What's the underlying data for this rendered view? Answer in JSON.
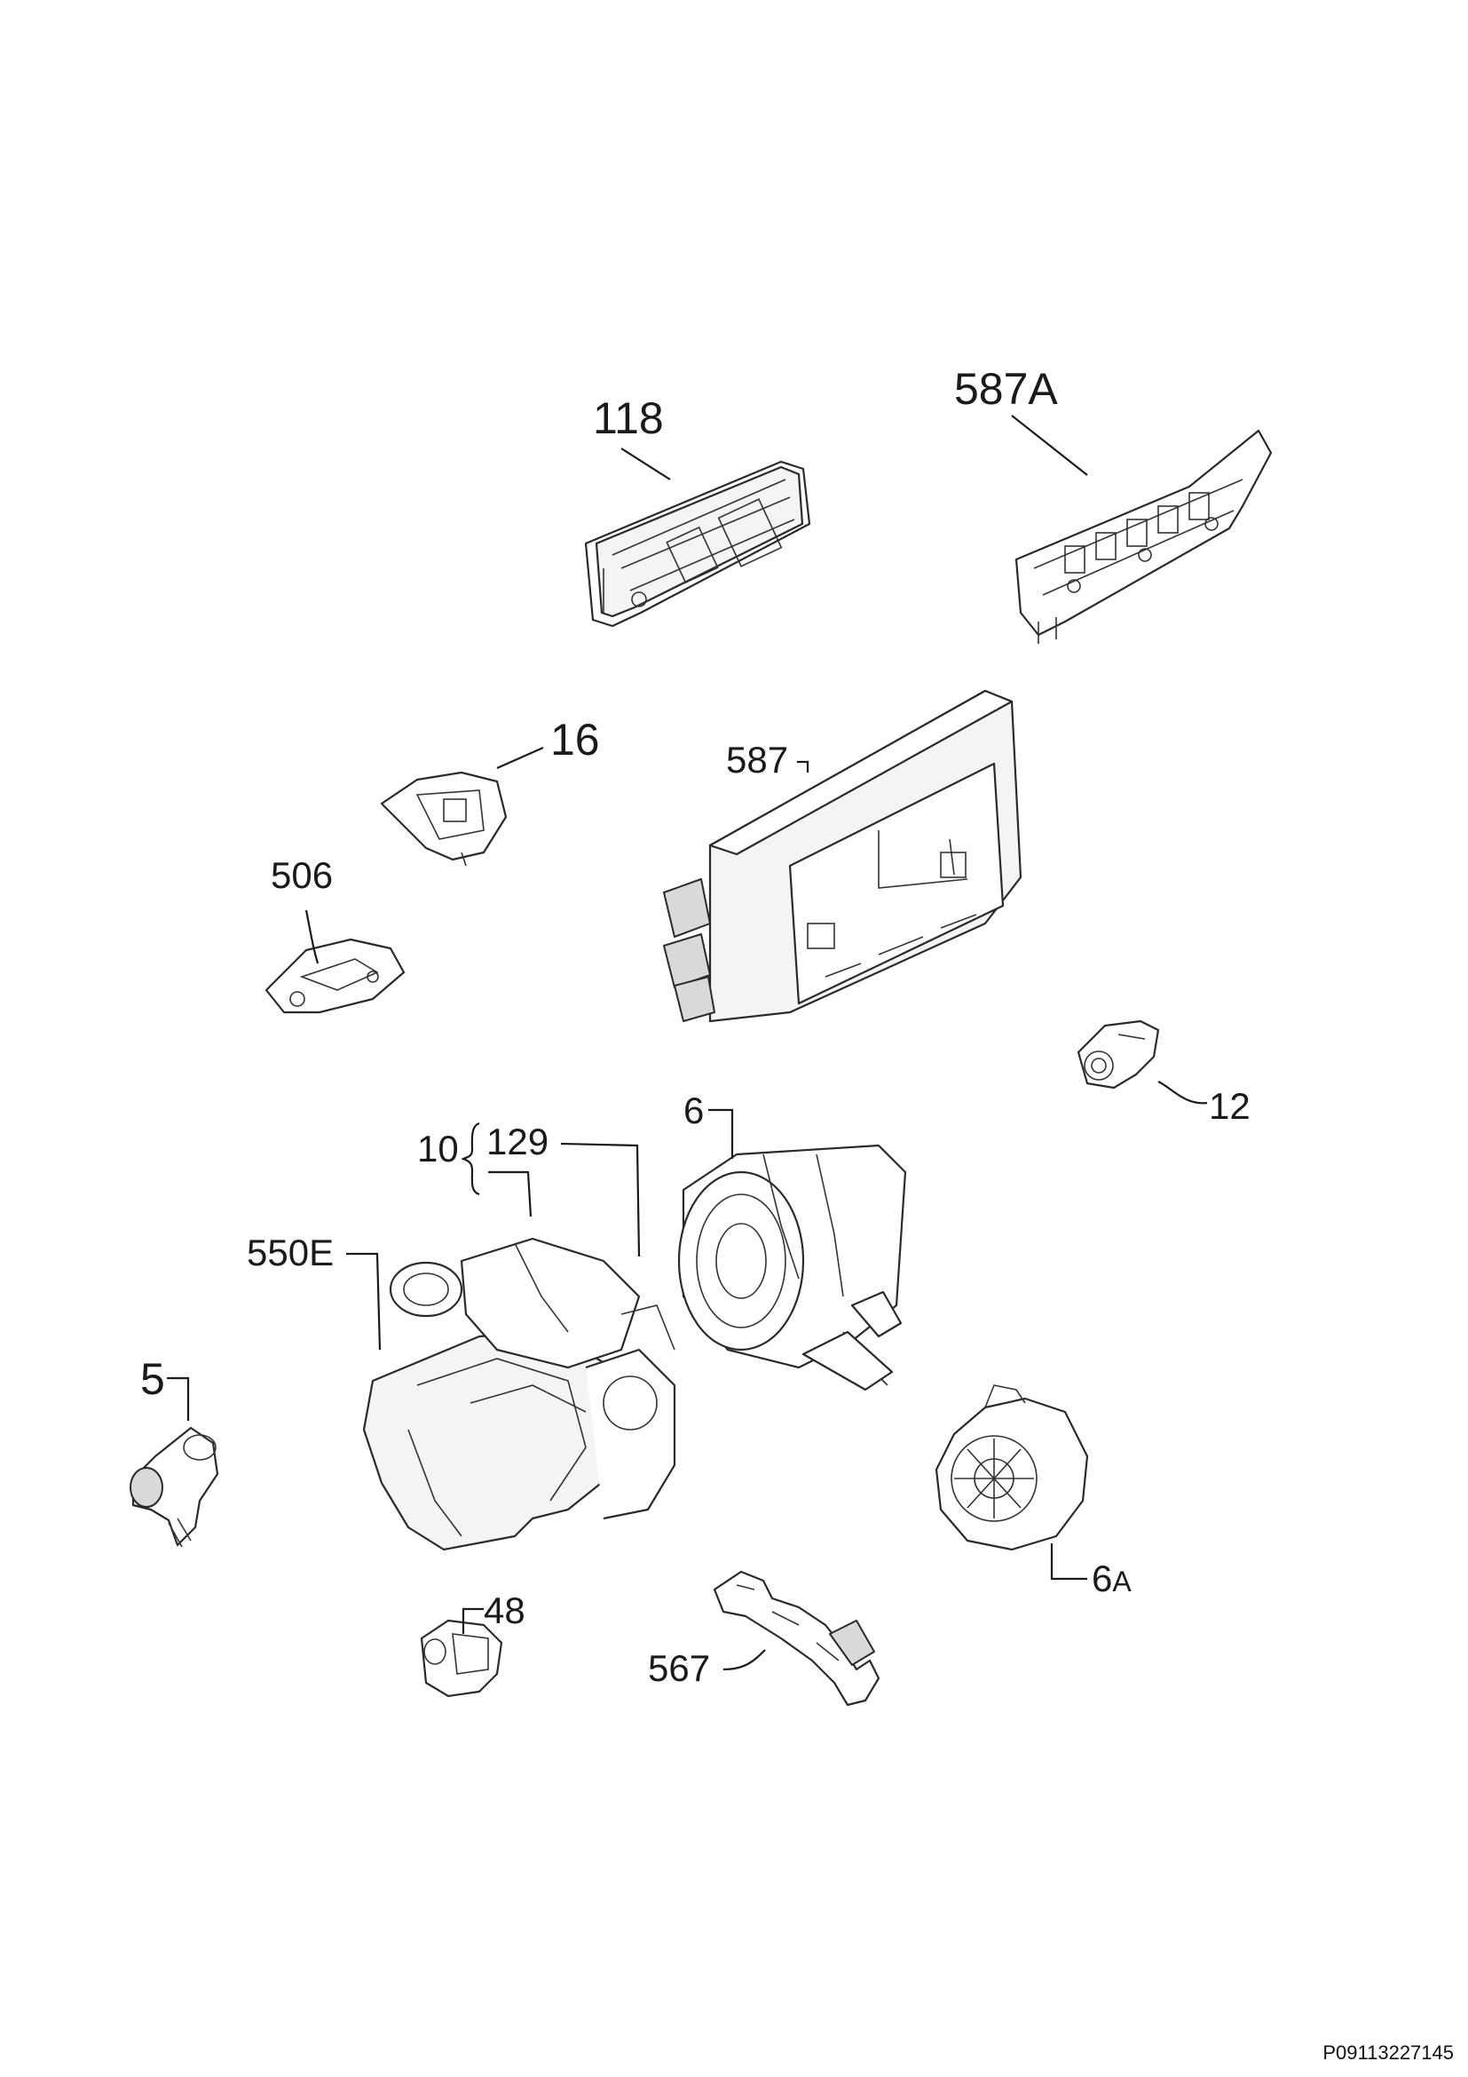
{
  "callouts": {
    "c118": "118",
    "c587A": "587A",
    "c16": "16",
    "c587": "587",
    "c506": "506",
    "c12": "12",
    "c6": "6",
    "c10": "10",
    "c129": "129",
    "c550E": "550E",
    "c5": "5",
    "c6A_num": "6",
    "c6A_suffix": "A",
    "c48": "48",
    "c567": "567"
  },
  "document_code": "P09113227145"
}
